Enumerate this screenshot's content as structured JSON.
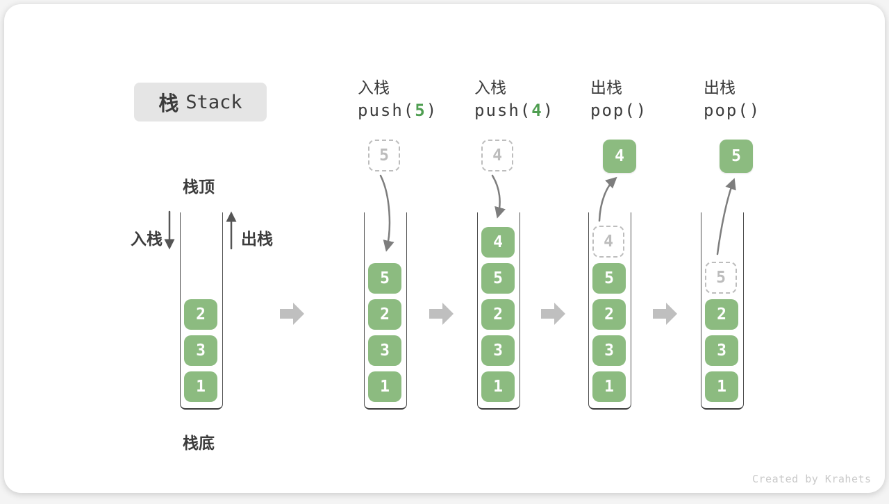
{
  "title": {
    "text_zh": "栈",
    "text_en": "Stack"
  },
  "side_labels": {
    "stack_top": "栈顶",
    "stack_bottom": "栈底",
    "push_side": "入栈",
    "pop_side": "出栈"
  },
  "operations": [
    {
      "label_zh": "入栈",
      "code": {
        "pre": "push(",
        "arg": "5",
        "post": ")"
      }
    },
    {
      "label_zh": "入栈",
      "code": {
        "pre": "push(",
        "arg": "4",
        "post": ")"
      }
    },
    {
      "label_zh": "出栈",
      "code": {
        "pre": "pop(",
        "arg": "",
        "post": ")"
      }
    },
    {
      "label_zh": "出栈",
      "code": {
        "pre": "pop(",
        "arg": "",
        "post": ")"
      }
    }
  ],
  "stacks": [
    {
      "state": "initial",
      "floating": null,
      "blocks": [
        {
          "value": "2",
          "style": "solid"
        },
        {
          "value": "3",
          "style": "solid"
        },
        {
          "value": "1",
          "style": "solid"
        }
      ]
    },
    {
      "state": "after-push-5",
      "floating": {
        "value": "5",
        "style": "dashed"
      },
      "blocks": [
        {
          "value": "5",
          "style": "solid"
        },
        {
          "value": "2",
          "style": "solid"
        },
        {
          "value": "3",
          "style": "solid"
        },
        {
          "value": "1",
          "style": "solid"
        }
      ]
    },
    {
      "state": "after-push-4",
      "floating": {
        "value": "4",
        "style": "dashed"
      },
      "blocks": [
        {
          "value": "4",
          "style": "solid"
        },
        {
          "value": "5",
          "style": "solid"
        },
        {
          "value": "2",
          "style": "solid"
        },
        {
          "value": "3",
          "style": "solid"
        },
        {
          "value": "1",
          "style": "solid"
        }
      ]
    },
    {
      "state": "after-pop-4",
      "floating": {
        "value": "4",
        "style": "solid"
      },
      "blocks": [
        {
          "value": "4",
          "style": "dashed"
        },
        {
          "value": "5",
          "style": "solid"
        },
        {
          "value": "2",
          "style": "solid"
        },
        {
          "value": "3",
          "style": "solid"
        },
        {
          "value": "1",
          "style": "solid"
        }
      ]
    },
    {
      "state": "after-pop-5",
      "floating": {
        "value": "5",
        "style": "solid"
      },
      "blocks": [
        {
          "value": "5",
          "style": "dashed"
        },
        {
          "value": "2",
          "style": "solid"
        },
        {
          "value": "3",
          "style": "solid"
        },
        {
          "value": "1",
          "style": "solid"
        }
      ]
    }
  ],
  "watermark": "Created by Krahets",
  "colors": {
    "block_green": "#8cbb80",
    "code_arg_green": "#4f9e51",
    "text_dark": "#3c3c3c",
    "flow_arrow_gray": "#bfbfbf",
    "dashed_gray": "#bdbdbd",
    "curve_arrow_gray": "#7d7d7d"
  }
}
